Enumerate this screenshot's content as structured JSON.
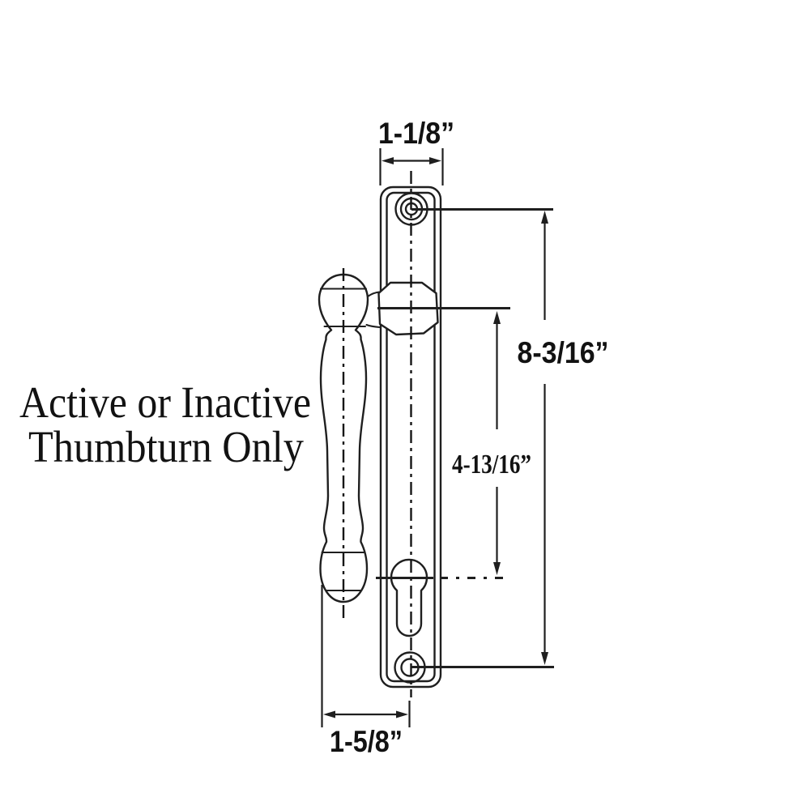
{
  "colors": {
    "line": "#1f1f1f",
    "text": "#121212",
    "background": "#ffffff"
  },
  "annotation": {
    "line1": "Active or Inactive",
    "line2": "Thumbturn Only"
  },
  "dimensions": {
    "plate_width": {
      "label": "1-1/8”"
    },
    "screw_spacing": {
      "label": "8-3/16”"
    },
    "thumbturn_to_cylinder": {
      "label": "4-13/16”"
    },
    "handle_offset": {
      "label": "1-5/8”"
    }
  }
}
